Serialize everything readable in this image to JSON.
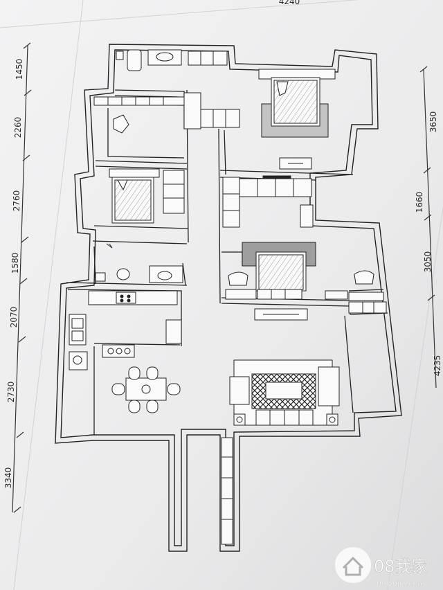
{
  "top_label": "4240",
  "left_dims": [
    "1450",
    "2260",
    "2760",
    "1580",
    "2070",
    "2730",
    "3340"
  ],
  "right_dims": [
    "3650",
    "1660",
    "3050",
    "4235"
  ],
  "watermark": {
    "brand": "08我家",
    "url": "08wojia.com",
    "icon": "house-icon"
  }
}
